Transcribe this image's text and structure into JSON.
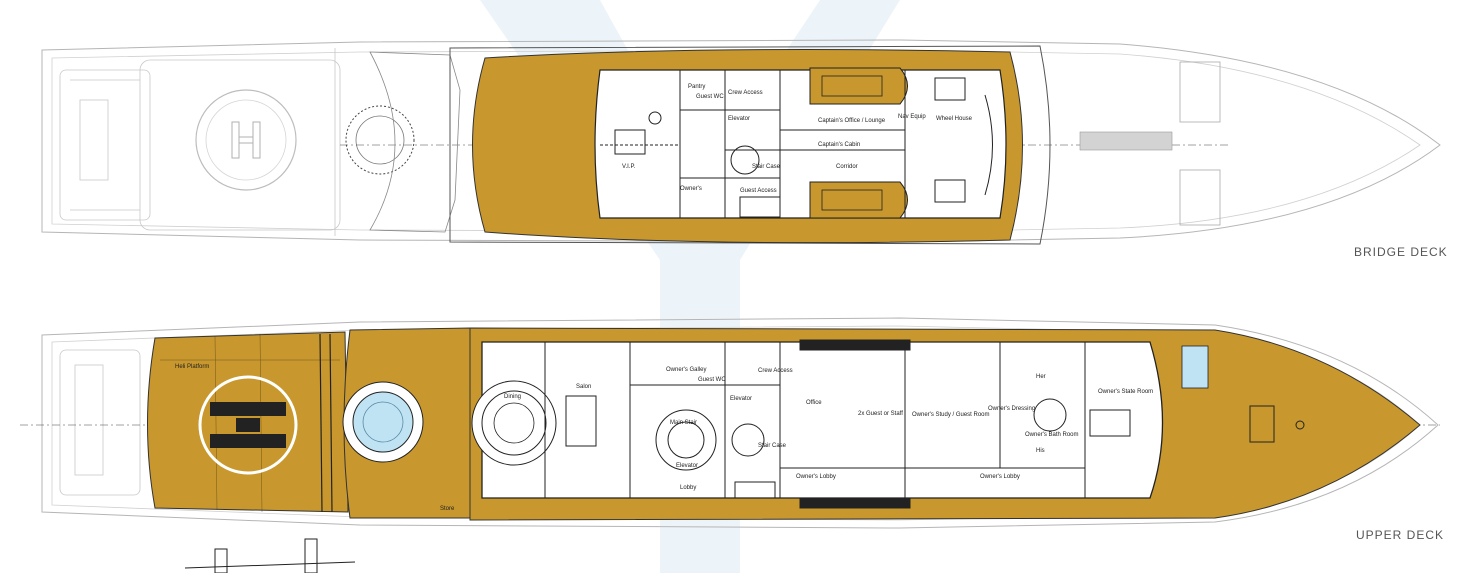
{
  "colors": {
    "teak": "#C8982E",
    "teak_light": "#D3A945",
    "hull_line": "#9a9a9a",
    "hull_line_light": "#c8c8c8",
    "watermark": "#dbeaf4",
    "pool_water": "#bfe3f3",
    "interior_wall": "#222222"
  },
  "decks": {
    "bridge": {
      "name": "BRIDGE DECK",
      "helipad_icon": "helipad-h-icon",
      "rooms": [
        {
          "id": "pantry",
          "label": "Pantry"
        },
        {
          "id": "guest-wc",
          "label": "Guest WC"
        },
        {
          "id": "crew-access",
          "label": "Crew Access"
        },
        {
          "id": "elevator",
          "label": "Elevator"
        },
        {
          "id": "captains-office",
          "label": "Captain's Office / Lounge"
        },
        {
          "id": "captains-cabin",
          "label": "Captain's Cabin"
        },
        {
          "id": "nav-equip",
          "label": "Nav Equip"
        },
        {
          "id": "wheel-house",
          "label": "Wheel House"
        },
        {
          "id": "vip",
          "label": "V.I.P."
        },
        {
          "id": "stair-case",
          "label": "Stair Case"
        },
        {
          "id": "corridor",
          "label": "Corridor"
        },
        {
          "id": "owners",
          "label": "Owner's"
        },
        {
          "id": "guest-access",
          "label": "Guest Access"
        }
      ]
    },
    "upper": {
      "name": "UPPER DECK",
      "rooms": [
        {
          "id": "heli-platform",
          "label": "Heli Platform"
        },
        {
          "id": "dining",
          "label": "Dining"
        },
        {
          "id": "salon",
          "label": "Salon"
        },
        {
          "id": "owners-galley",
          "label": "Owner's Galley"
        },
        {
          "id": "guest-wc",
          "label": "Guest WC"
        },
        {
          "id": "crew-access",
          "label": "Crew Access"
        },
        {
          "id": "elevator-small",
          "label": "Elevator"
        },
        {
          "id": "main-stair",
          "label": "Main Stair"
        },
        {
          "id": "elevator",
          "label": "Elevator"
        },
        {
          "id": "lobby",
          "label": "Lobby"
        },
        {
          "id": "stair-case",
          "label": "Stair Case"
        },
        {
          "id": "office",
          "label": "Office"
        },
        {
          "id": "guest-or-staff",
          "label": "2x Guest or Staff"
        },
        {
          "id": "owners-lobby-1",
          "label": "Owner's Lobby"
        },
        {
          "id": "owners-study",
          "label": "Owner's Study / Guest Room"
        },
        {
          "id": "her",
          "label": "Her"
        },
        {
          "id": "owners-dressing",
          "label": "Owner's Dressing"
        },
        {
          "id": "owners-bath",
          "label": "Owner's Bath Room"
        },
        {
          "id": "his",
          "label": "His"
        },
        {
          "id": "owners-state-room",
          "label": "Owner's State Room"
        },
        {
          "id": "owners-lobby-2",
          "label": "Owner's Lobby"
        },
        {
          "id": "deck-store",
          "label": "Store"
        }
      ]
    }
  }
}
